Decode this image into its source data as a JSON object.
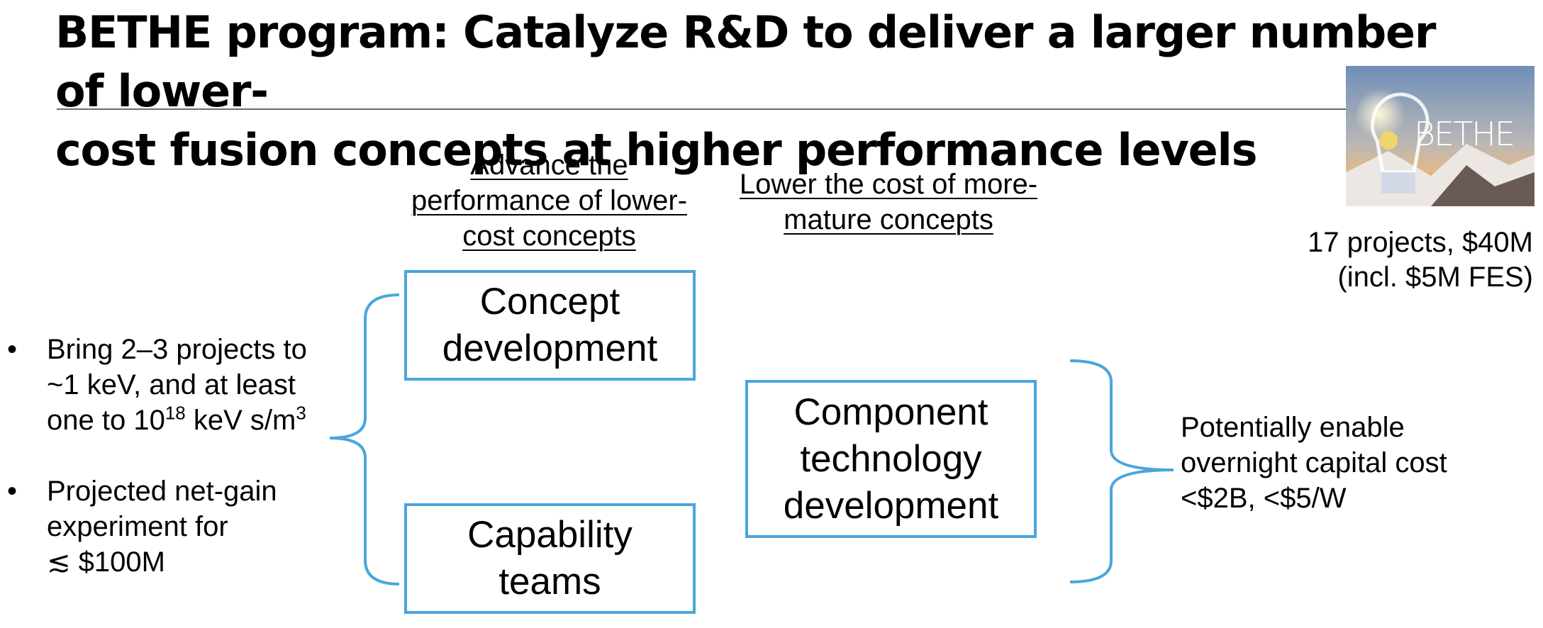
{
  "title": {
    "line1": "BETHE program:  Catalyze R&D to deliver a larger number of lower-",
    "line2": "cost fusion concepts at higher performance levels"
  },
  "logo": {
    "text": "BETHE"
  },
  "stats": {
    "line1": "17 projects, $40M",
    "line2": "(incl. $5M FES)"
  },
  "columns": {
    "left_heading": [
      "Advance the",
      "performance of lower-",
      "cost concepts"
    ],
    "right_heading": [
      "Lower the cost of more-",
      "mature concepts"
    ]
  },
  "boxes": {
    "concept": [
      "Concept",
      "development"
    ],
    "capability": [
      "Capability",
      "teams"
    ],
    "component": [
      "Component",
      "technology",
      "development"
    ]
  },
  "goals": {
    "bullet_glyph": "•",
    "item1": {
      "line1": "Bring 2–3 projects to",
      "line2": "~1 keV, and at least",
      "line3_pre": "one to 10",
      "line3_sup": "18",
      "line3_mid": " keV s/m",
      "line3_sup2": "3"
    },
    "item2": {
      "line1": "Projected net-gain",
      "line2": "experiment for",
      "line3": "≲ $100M"
    }
  },
  "outcome": [
    "Potentially enable",
    "overnight capital cost",
    "<$2B, <$5/W"
  ],
  "colors": {
    "accent": "#4aa6dc",
    "text": "#000000",
    "rule": "#6b6b6b",
    "logo_sky": "#8aa4c4"
  }
}
